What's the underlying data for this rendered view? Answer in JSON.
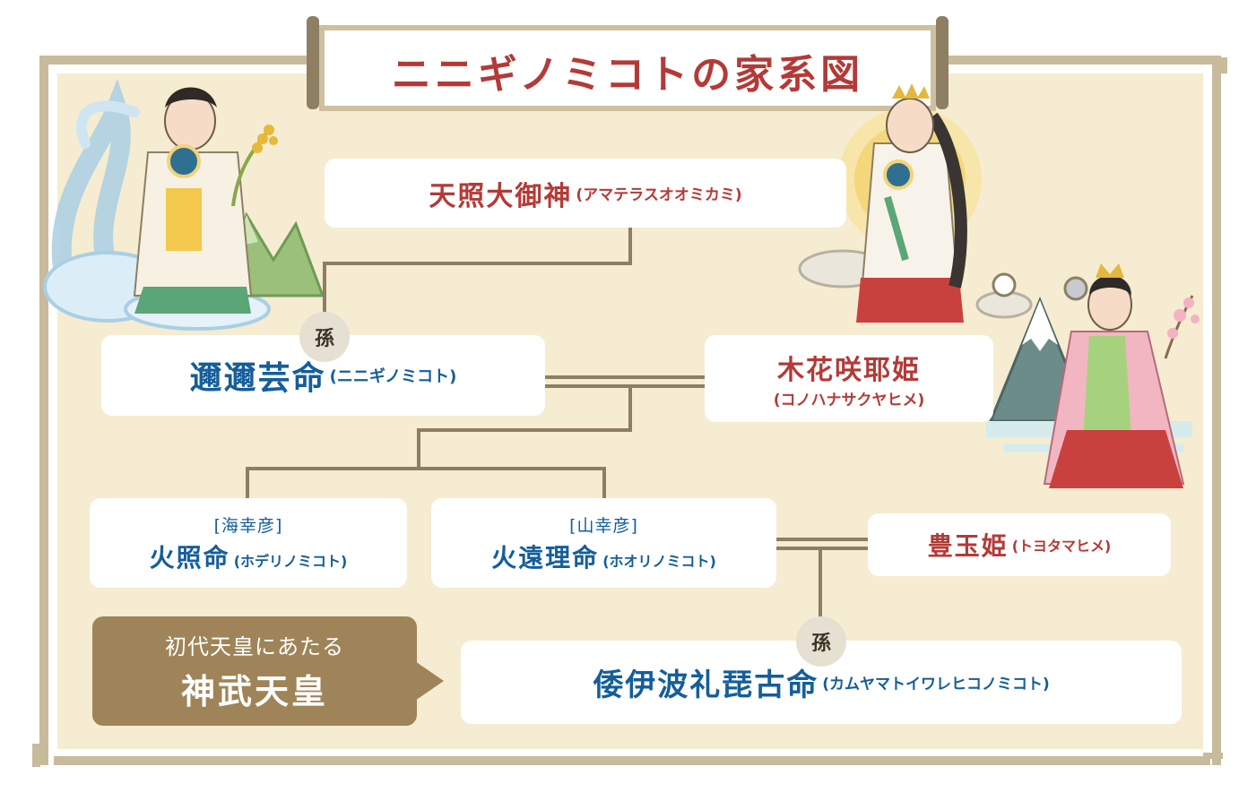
{
  "title": "ニニギノミコトの家系図",
  "relation_label": "孫",
  "people": {
    "amaterasu": {
      "name": "天照大御神",
      "reading": "(アマテラスオオミカミ)"
    },
    "ninigi": {
      "name": "邇邇芸命",
      "reading": "(ニニギノミコト)"
    },
    "konohana": {
      "name": "木花咲耶姫",
      "reading": "(コノハナサクヤヒメ)"
    },
    "hoderi": {
      "alias": "[海幸彦]",
      "name": "火照命",
      "reading": "(ホデリノミコト)"
    },
    "hoori": {
      "alias": "[山幸彦]",
      "name": "火遠理命",
      "reading": "(ホオリノミコト)"
    },
    "toyotama": {
      "name": "豊玉姫",
      "reading": "(トヨタマヒメ)"
    },
    "kamuyamato": {
      "name": "倭伊波礼琵古命",
      "reading": "(カムヤマトイワレヒコノミコト)"
    }
  },
  "callout": {
    "line1": "初代天皇にあたる",
    "line2": "神武天皇"
  },
  "colors": {
    "frame": "#c8bb9c",
    "parchment": "#f5ecd1",
    "line": "#8e7f62",
    "name_red": "#b33a37",
    "name_blue": "#145e9a",
    "badge": "#e6e0d3",
    "callout": "#9e8458"
  },
  "icons": [
    "water-swirl",
    "rice-sheaf",
    "mountain",
    "sun-halo",
    "cloud",
    "cherry-blossom",
    "mirror"
  ]
}
